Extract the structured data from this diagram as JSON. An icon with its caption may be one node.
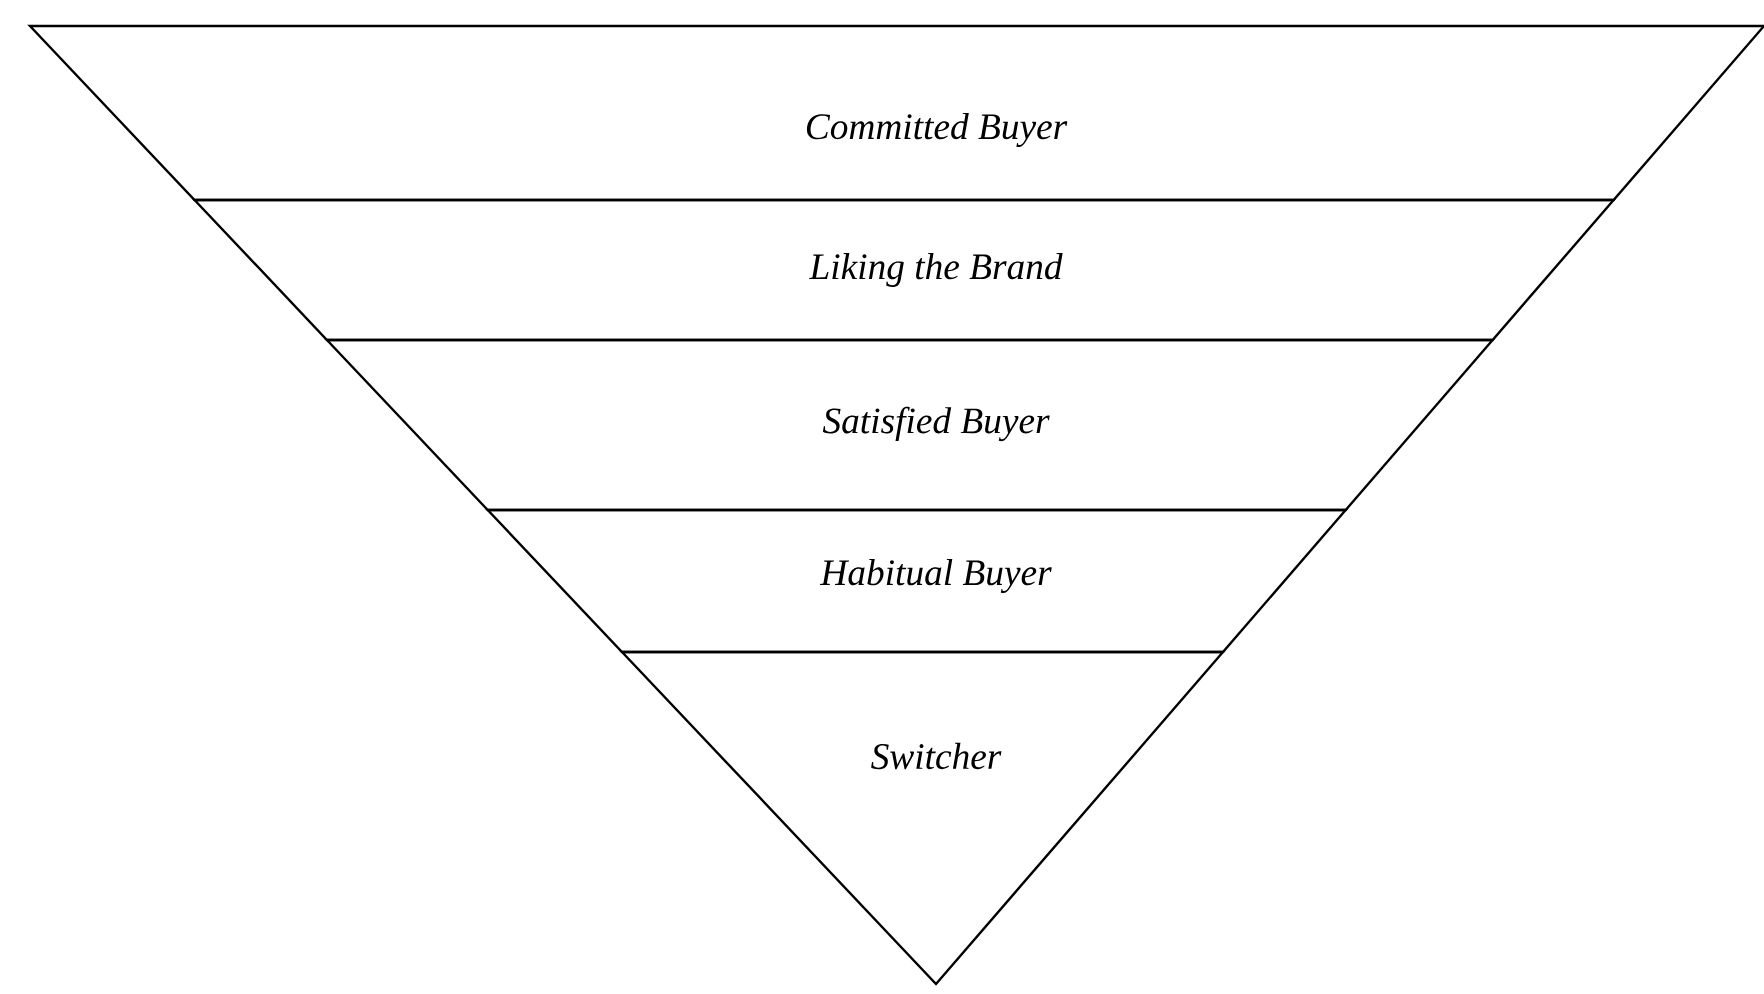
{
  "diagram": {
    "nodes": [
      {
        "text": [
          "Committed Buyer"
        ]
      },
      {
        "text": [
          "Liking the Brand"
        ]
      },
      {
        "text": [
          "Satisfied Buyer"
        ]
      },
      {
        "text": [
          "Habitual Buyer"
        ]
      },
      {
        "text": [
          "Switcher"
        ]
      }
    ]
  }
}
